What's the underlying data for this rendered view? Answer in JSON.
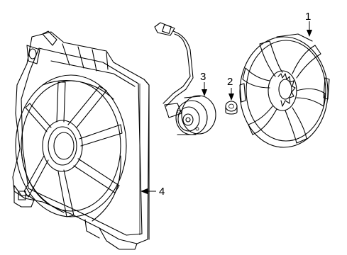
{
  "callouts": {
    "fan_blade": "1",
    "nut": "2",
    "motor": "3",
    "shroud": "4"
  }
}
